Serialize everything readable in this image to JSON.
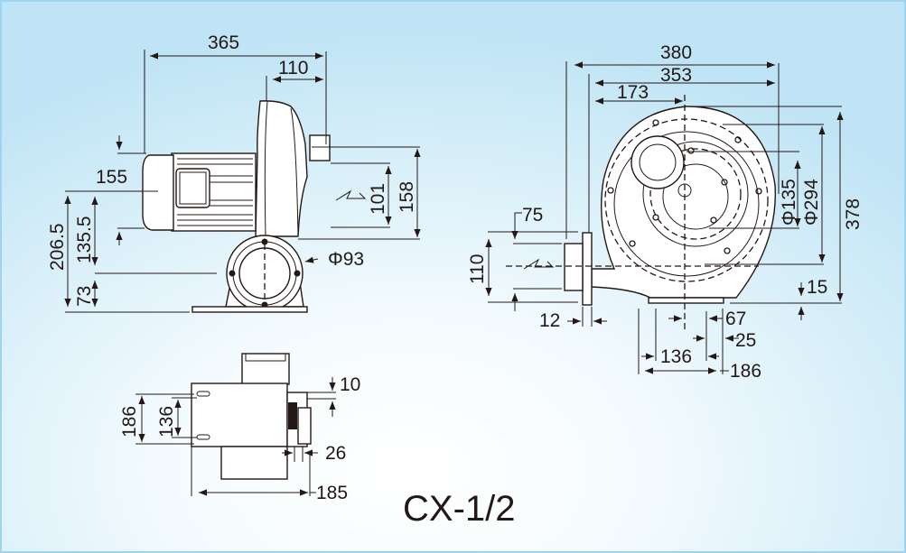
{
  "model": "CX-1/2",
  "side_view": {
    "d365": "365",
    "d110": "110",
    "d155": "155",
    "d206_5": "206.5",
    "d135_5": "135.5",
    "d73": "73",
    "d158": "158",
    "d101": "101",
    "phi93": "Φ93"
  },
  "front_view": {
    "d380": "380",
    "d353": "353",
    "d173": "173",
    "d378": "378",
    "phi294": "Φ294",
    "phi135": "Φ135",
    "d15": "15",
    "d75": "75",
    "d110": "110",
    "d12": "12",
    "d67": "67",
    "d25": "25",
    "d136": "136",
    "d186": "186"
  },
  "bottom_view": {
    "d186": "186",
    "d136": "136",
    "d10": "10",
    "d26": "26",
    "d185": "185"
  },
  "colors": {
    "line": "#231815",
    "background": "#d8eff9"
  }
}
